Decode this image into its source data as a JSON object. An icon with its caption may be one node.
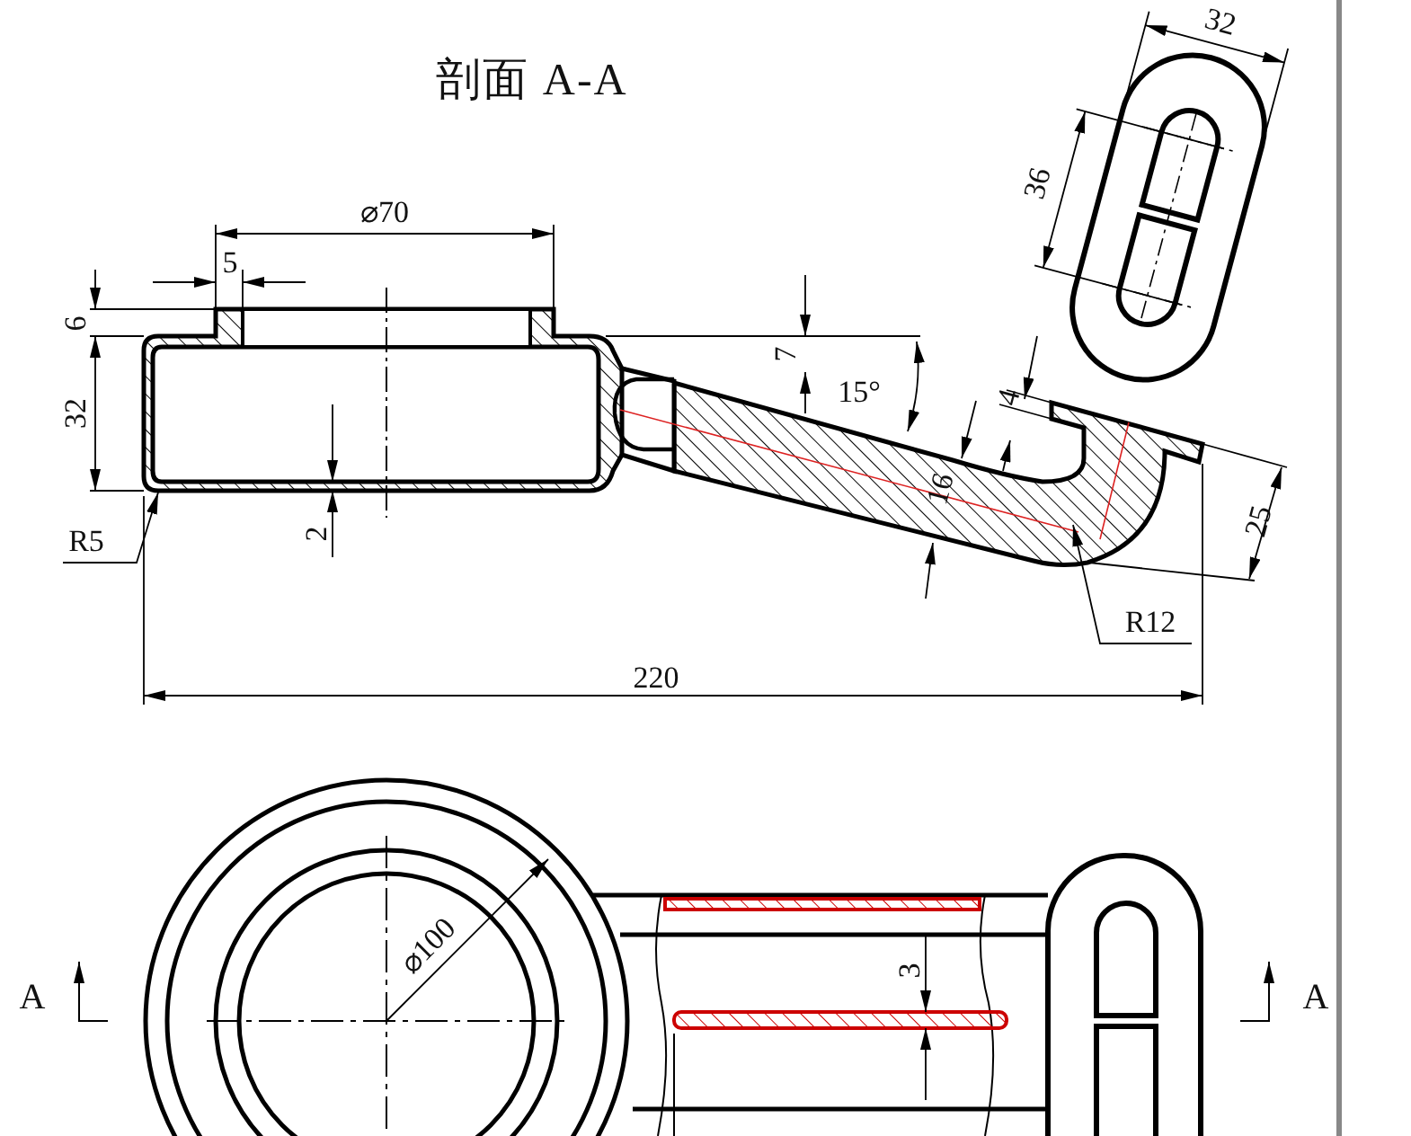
{
  "diagram": {
    "title": "剖面 A-A",
    "nodes": [
      {
        "text": [
          "R5"
        ]
      },
      {
        "text": [
          "R12"
        ]
      }
    ],
    "edges": [
      {
        "from": 0,
        "to": null,
        "arrow": "to"
      },
      {
        "from": 1,
        "to": null,
        "arrow": "to"
      }
    ],
    "labels": [
      "32",
      "36",
      "⌀70",
      "5",
      "6",
      "7",
      "15°",
      "4",
      "32",
      "16",
      "25",
      "2",
      "220",
      "⌀100",
      "3",
      "A",
      "A"
    ]
  }
}
